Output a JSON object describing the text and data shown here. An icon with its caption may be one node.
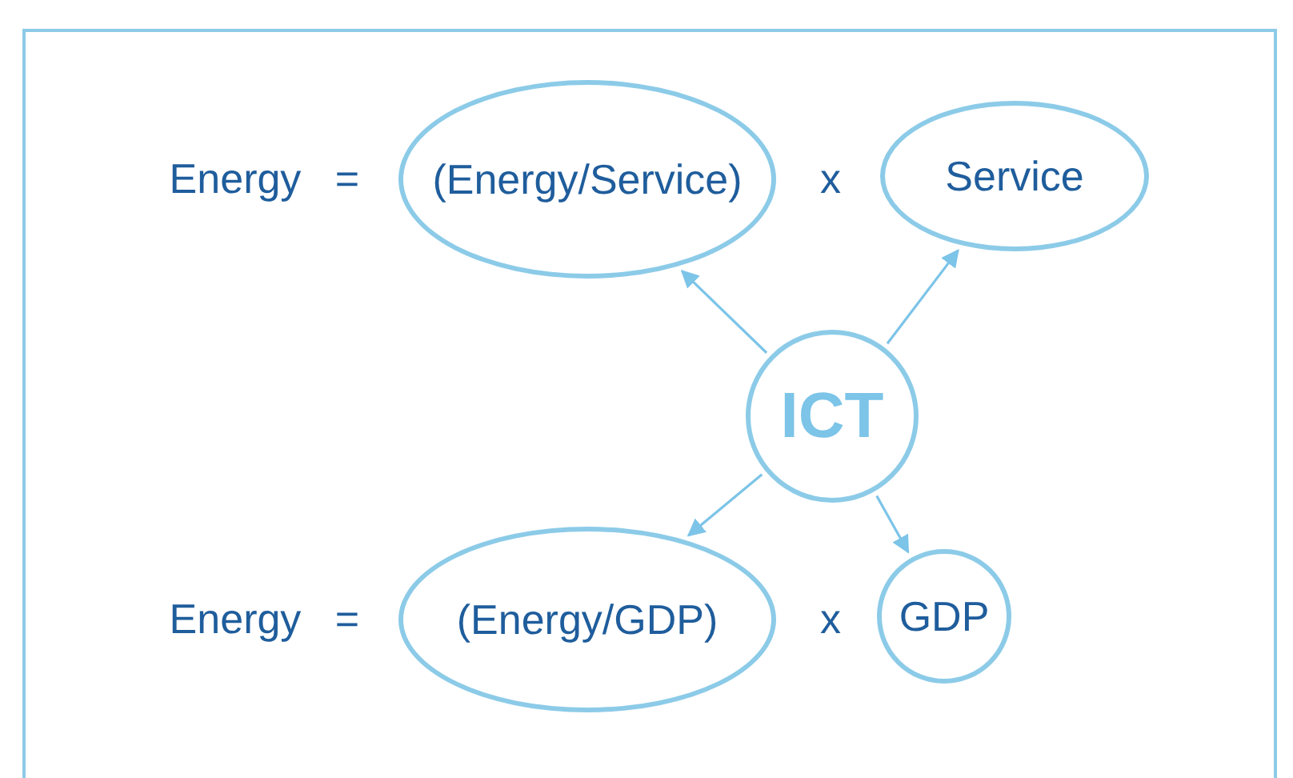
{
  "diagram": {
    "nodes": [
      {
        "text": [
          "(Energy/Service)"
        ]
      },
      {
        "text": [
          "Service"
        ]
      },
      {
        "text": [
          "ICT"
        ]
      },
      {
        "text": [
          "(Energy/GDP)"
        ]
      },
      {
        "text": [
          "GDP"
        ]
      }
    ],
    "edges": [
      {
        "from": 2,
        "to": 0,
        "arrow": "to"
      },
      {
        "from": 2,
        "to": 1,
        "arrow": "to"
      },
      {
        "from": 2,
        "to": 3,
        "arrow": "to"
      },
      {
        "from": 2,
        "to": 4,
        "arrow": "to"
      }
    ],
    "labels": [
      "Energy",
      "=",
      "x",
      "Energy",
      "=",
      "x"
    ]
  }
}
